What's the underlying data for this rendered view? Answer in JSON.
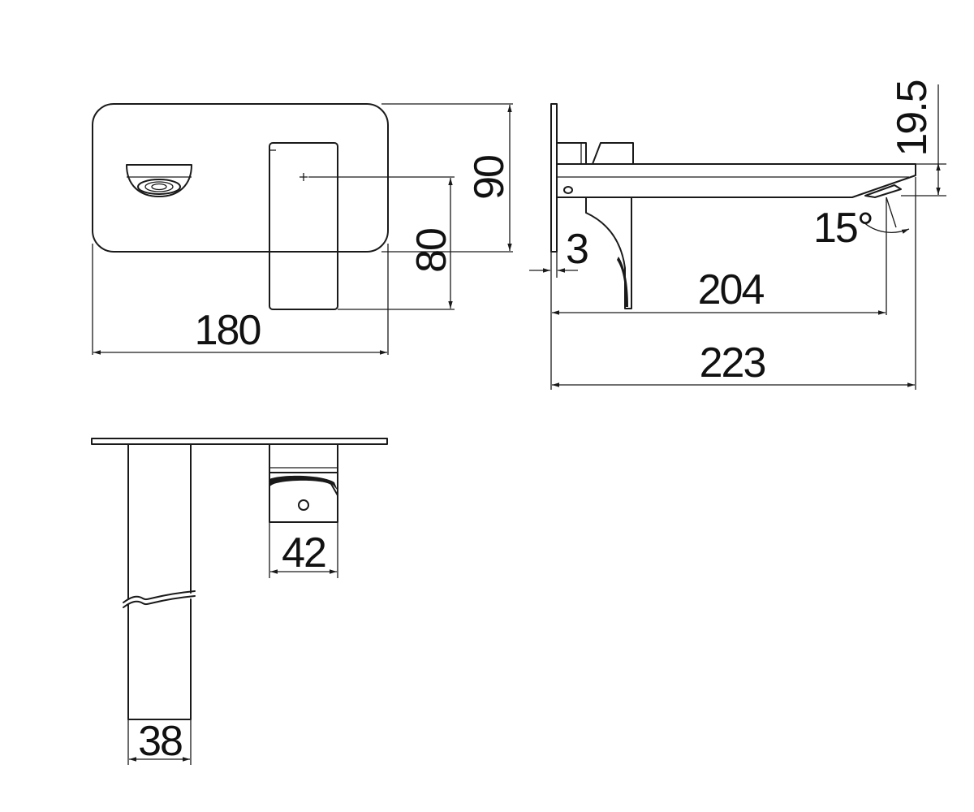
{
  "dimensions": {
    "width_180": "180",
    "height_90": "90",
    "height_80": "80",
    "wall_3": "3",
    "spout_204": "204",
    "total_223": "223",
    "offset_19_5": "19.5",
    "angle_15": "15°",
    "body_42": "42",
    "pipe_38": "38"
  },
  "colors": {
    "line": "#1a1a1a",
    "background": "#ffffff"
  }
}
